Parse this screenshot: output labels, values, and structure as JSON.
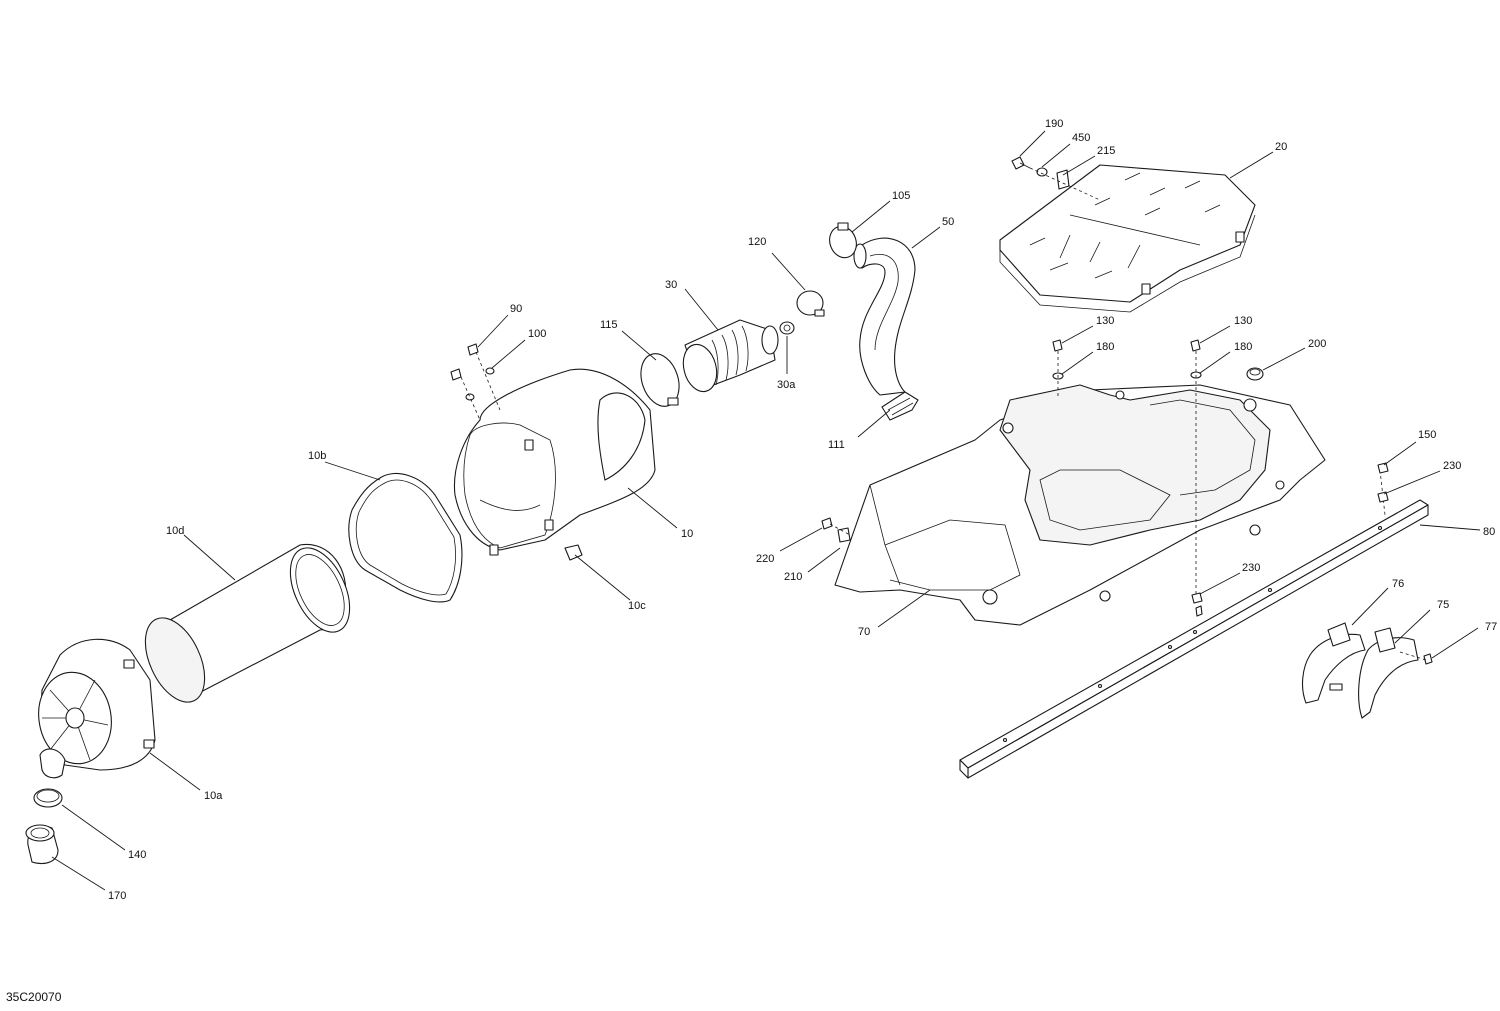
{
  "drawing_code": "35C20070",
  "callouts": {
    "c190": "190",
    "c450": "450",
    "c215": "215",
    "c20": "20",
    "c105": "105",
    "c50": "50",
    "c120": "120",
    "c30": "30",
    "c30a": "30a",
    "c115": "115",
    "c90": "90",
    "c100": "100",
    "c111": "111",
    "c130a": "130",
    "c180a": "180",
    "c130b": "130",
    "c180b": "180",
    "c200": "200",
    "c10b": "10b",
    "c10": "10",
    "c10c": "10c",
    "c10d": "10d",
    "c150": "150",
    "c230a": "230",
    "c80": "80",
    "c220": "220",
    "c210": "210",
    "c230b": "230",
    "c70": "70",
    "c76": "76",
    "c75": "75",
    "c77": "77",
    "c10a": "10a",
    "c140": "140",
    "c170": "170"
  }
}
